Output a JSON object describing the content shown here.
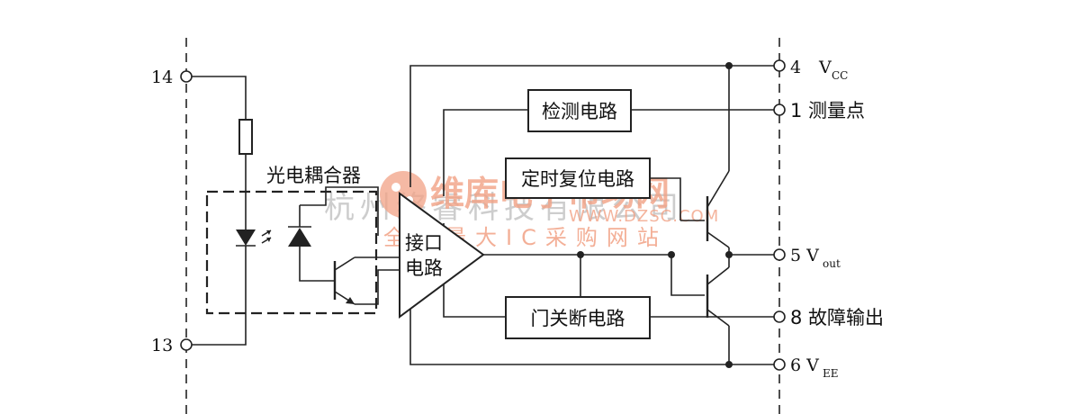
{
  "blocks": {
    "optocoupler": "光电耦合器",
    "interface_line1": "接口",
    "interface_line2": "电路",
    "detection": "检测电路",
    "timer_reset": "定时复位电路",
    "gate_off": "门关断电路"
  },
  "pins": {
    "p14": "14",
    "p13": "13",
    "p4_num": "4",
    "p4_name": "V",
    "p4_sub": "CC",
    "p1": "1 测量点",
    "p5_num": "5 V",
    "p5_sub": "out",
    "p8": "8 故障输出",
    "p6_num": "6 V",
    "p6_sub": "EE"
  },
  "watermark": {
    "brand": "维库电子市场网",
    "url": "WWW.DZSC.COM",
    "slogan": "全球最大IC采购网站",
    "company": "杭州络睿科技有限公司"
  },
  "colors": {
    "line": "#222222",
    "watermark_orange": "#f2a285",
    "watermark_gray": "#bdbdbd"
  }
}
